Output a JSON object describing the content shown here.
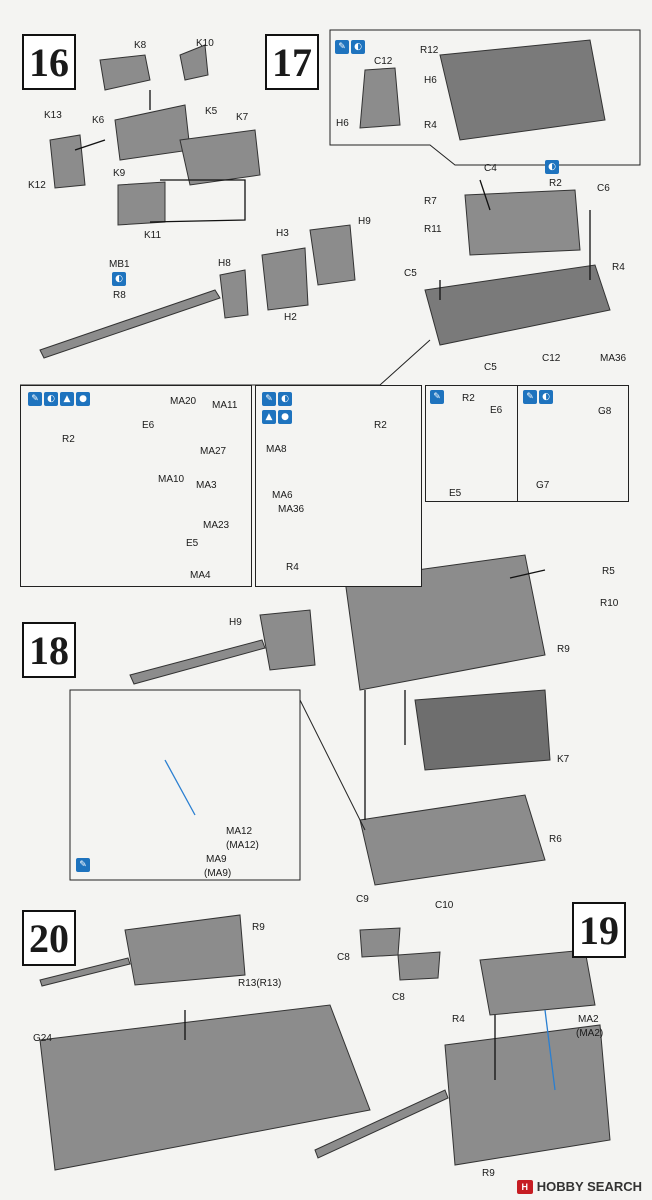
{
  "steps": {
    "s16": "16",
    "s17": "17",
    "s18": "18",
    "s19": "19",
    "s20": "20"
  },
  "labels": {
    "k8": "K8",
    "k10": "K10",
    "k13": "K13",
    "k6": "K6",
    "k5": "K5",
    "k7a": "K7",
    "k12": "K12",
    "k9": "K9",
    "k11": "K11",
    "mb1": "MB1",
    "r8": "R8",
    "h8": "H8",
    "h3": "H3",
    "h9a": "H9",
    "h2": "H2",
    "c12a": "C12",
    "h6a": "H6",
    "r12": "R12",
    "h6b": "H6",
    "r4a": "R4",
    "c4": "C4",
    "r2a": "R2",
    "c6": "C6",
    "r7": "R7",
    "r11": "R11",
    "c5a": "C5",
    "r4b": "R4",
    "c5b": "C5",
    "c12b": "C12",
    "ma36a": "MA36",
    "ma20": "MA20",
    "ma11": "MA11",
    "e6a": "E6",
    "ma27": "MA27",
    "r2b": "R2",
    "ma10": "MA10",
    "ma3": "MA3",
    "ma23": "MA23",
    "e5a": "E5",
    "ma4": "MA4",
    "r2c": "R2",
    "ma8": "MA8",
    "ma6": "MA6",
    "ma36b": "MA36",
    "r4c": "R4",
    "r2d": "R2",
    "e6b": "E6",
    "e5b": "E5",
    "g8": "G8",
    "g7": "G7",
    "r5": "R5",
    "r10": "R10",
    "h9b": "H9",
    "r9a": "R9",
    "k7b": "K7",
    "r6": "R6",
    "ma12": "MA12",
    "ma12p": "(MA12)",
    "ma9": "MA9",
    "ma9p": "(MA9)",
    "c9": "C9",
    "c10": "C10",
    "c8a": "C8",
    "c8b": "C8",
    "r9b": "R9",
    "r13": "R13(R13)",
    "g24": "G24",
    "r4d": "R4",
    "ma2": "MA2",
    "ma2p": "(MA2)",
    "r9c": "R9"
  },
  "icons": {
    "glue": "glue-icon",
    "paint": "paint-icon",
    "flip": "flip-icon",
    "optional": "optional-icon"
  },
  "watermark": {
    "logo": "H",
    "text": "HOBBY SEARCH"
  },
  "colors": {
    "part_gray": "#8c8c8c",
    "part_dark": "#5e5e5e",
    "blue_arrow": "#2a7fd1",
    "icon_blue": "#1e73be"
  }
}
